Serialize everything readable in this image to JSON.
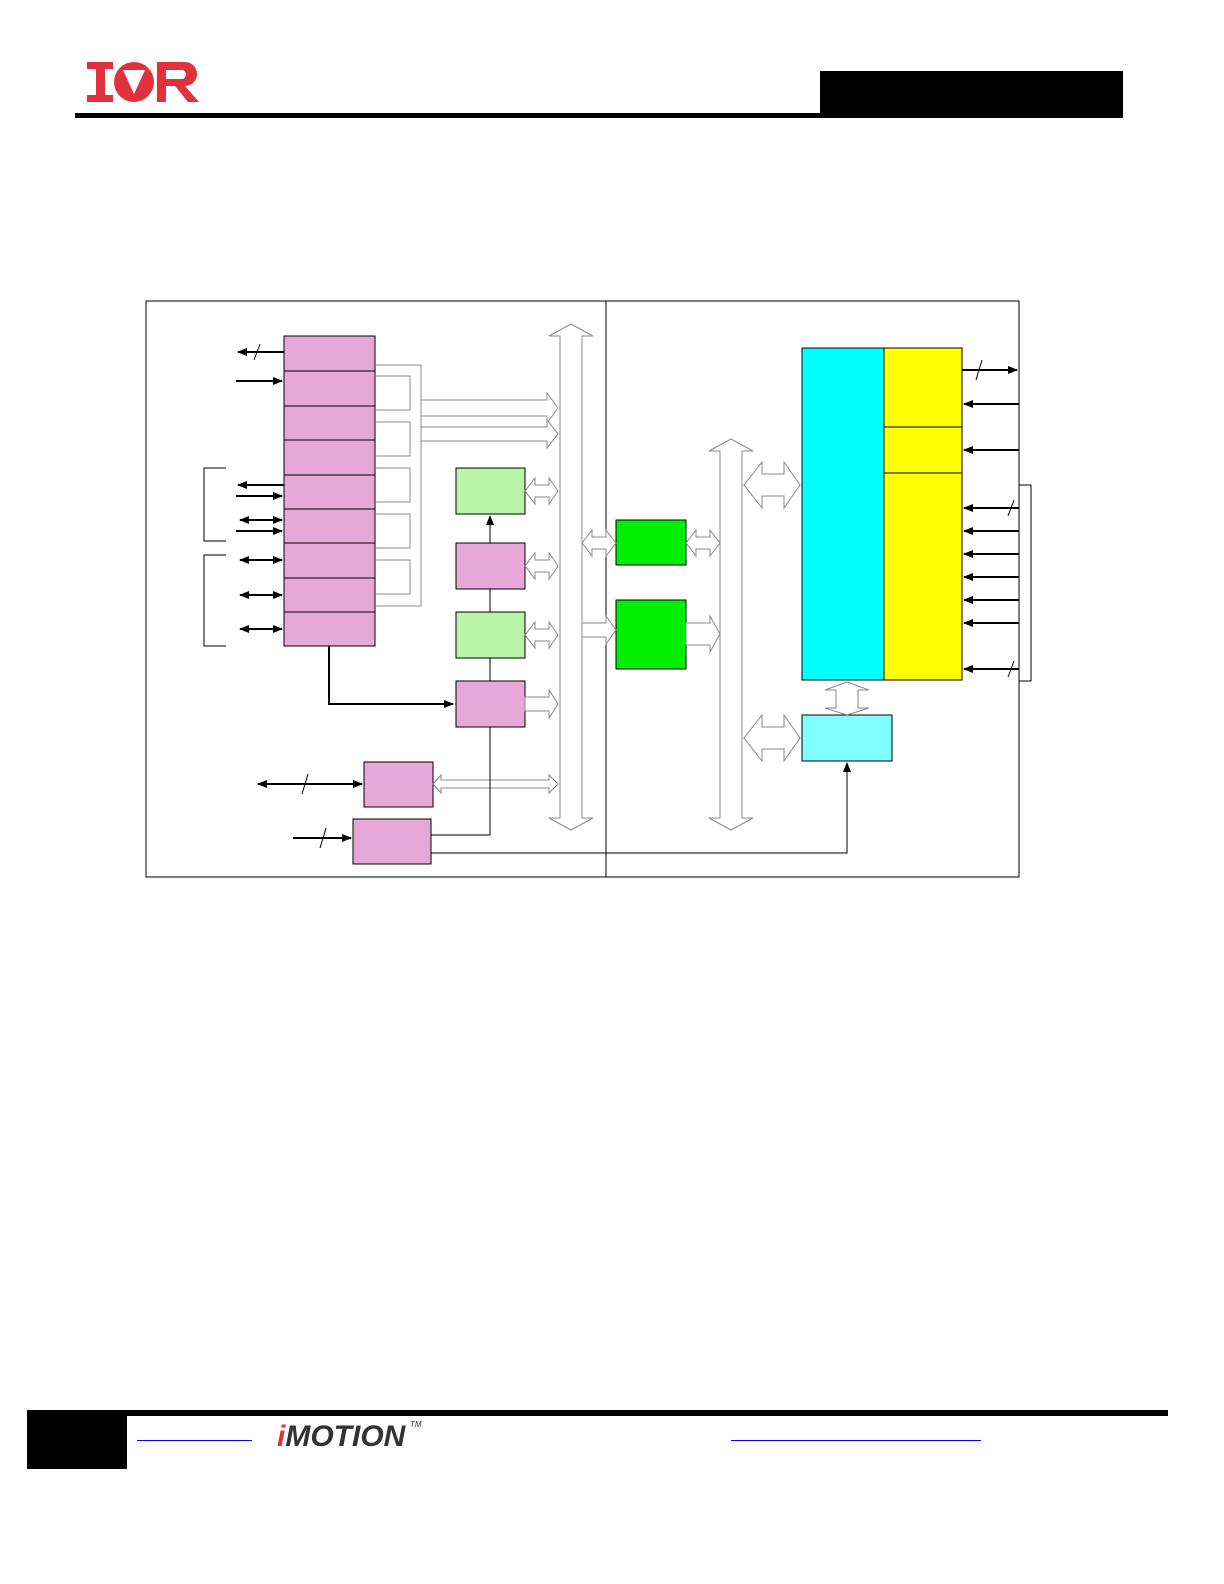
{
  "logo": {
    "text": "IOR",
    "color": "#e0323c"
  },
  "footer": {
    "brand_logo_text": "iMOTION",
    "brand_logo_mark": "TM"
  },
  "colors": {
    "pink": "#e6a8d8",
    "light_green": "#b8f5a8",
    "green": "#00ee00",
    "cyan": "#00ffff",
    "light_cyan": "#80ffff",
    "yellow": "#ffff00"
  }
}
